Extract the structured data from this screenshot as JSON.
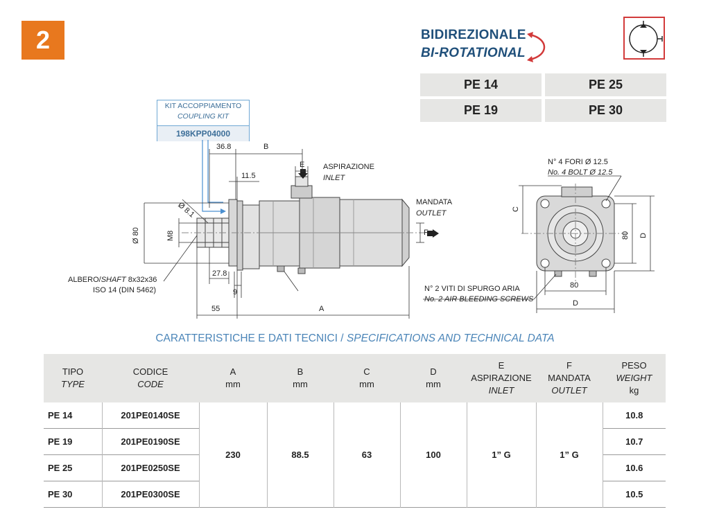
{
  "page_number": "2",
  "rotation": {
    "it": "BIDIREZIONALE",
    "en": "BI-ROTATIONAL",
    "symbol": "bidirectional-pump-symbol-icon",
    "arrow": "rotation-arrow-icon"
  },
  "models": [
    "PE 14",
    "PE 25",
    "PE 19",
    "PE 30"
  ],
  "kit": {
    "title_it": "KIT ACCOPPIAMENTO",
    "title_en": "COUPLING KIT",
    "code": "198KPP04000"
  },
  "drawing": {
    "dim_36_8": "36.8",
    "dim_B": "B",
    "dim_E": "E",
    "dim_11_5": "11.5",
    "inlet_it": "ASPIRAZIONE",
    "inlet_en": "INLET",
    "outlet_it": "MANDATA",
    "outlet_en": "OUTLET",
    "dim_phi81": "Ø 8.1",
    "dim_phi80": "Ø 80",
    "dim_M8": "M8",
    "dim_F": "F",
    "shaft_it": "ALBERO/",
    "shaft_en": "SHAFT",
    "shaft_spec": " 8x32x36",
    "shaft_iso": "ISO 14 (DIN 5462)",
    "dim_27_8": "27.8",
    "dim_9": "9",
    "dim_55": "55",
    "dim_A": "A",
    "holes_it": "N° 4 FORI Ø 12.5",
    "holes_en": "No. 4 BOLT Ø 12.5",
    "dim_C": "C",
    "dim_80_v": "80",
    "dim_D_v": "D",
    "dim_80_h": "80",
    "dim_D_h": "D",
    "screws_it": "N° 2 VITI DI SPURGO ARIA",
    "screws_en": "No. 2 AIR BLEEDING SCREWS"
  },
  "specs": {
    "heading_it": "CARATTERISTICHE E DATI TECNICI / ",
    "heading_en": "SPECIFICATIONS AND TECHNICAL DATA",
    "headers": [
      {
        "l1": "TIPO",
        "l2": "TYPE",
        "l3": ""
      },
      {
        "l1": "CODICE",
        "l2": "CODE",
        "l3": ""
      },
      {
        "l1": "A",
        "l2": "mm",
        "l3": ""
      },
      {
        "l1": "B",
        "l2": "mm",
        "l3": ""
      },
      {
        "l1": "C",
        "l2": "mm",
        "l3": ""
      },
      {
        "l1": "D",
        "l2": "mm",
        "l3": ""
      },
      {
        "l1": "E",
        "l2": "ASPIRAZIONE",
        "l3": "INLET"
      },
      {
        "l1": "F",
        "l2": "MANDATA",
        "l3": "OUTLET"
      },
      {
        "l1": "PESO",
        "l2": "WEIGHT",
        "l3": "kg"
      }
    ],
    "rows": [
      {
        "type": "PE 14",
        "code": "201PE0140SE",
        "weight": "10.8"
      },
      {
        "type": "PE 19",
        "code": "201PE0190SE",
        "weight": "10.7"
      },
      {
        "type": "PE 25",
        "code": "201PE0250SE",
        "weight": "10.6"
      },
      {
        "type": "PE 30",
        "code": "201PE0300SE",
        "weight": "10.5"
      }
    ],
    "common": {
      "A": "230",
      "B": "88.5",
      "C": "63",
      "D": "100",
      "E": "1” G",
      "F": "1” G"
    }
  },
  "colors": {
    "accent_orange": "#e8781e",
    "title_blue": "#1f4f7a",
    "heading_blue": "#4b85b8",
    "symbol_red": "#d23a3a",
    "cell_grey": "#e6e6e4"
  }
}
